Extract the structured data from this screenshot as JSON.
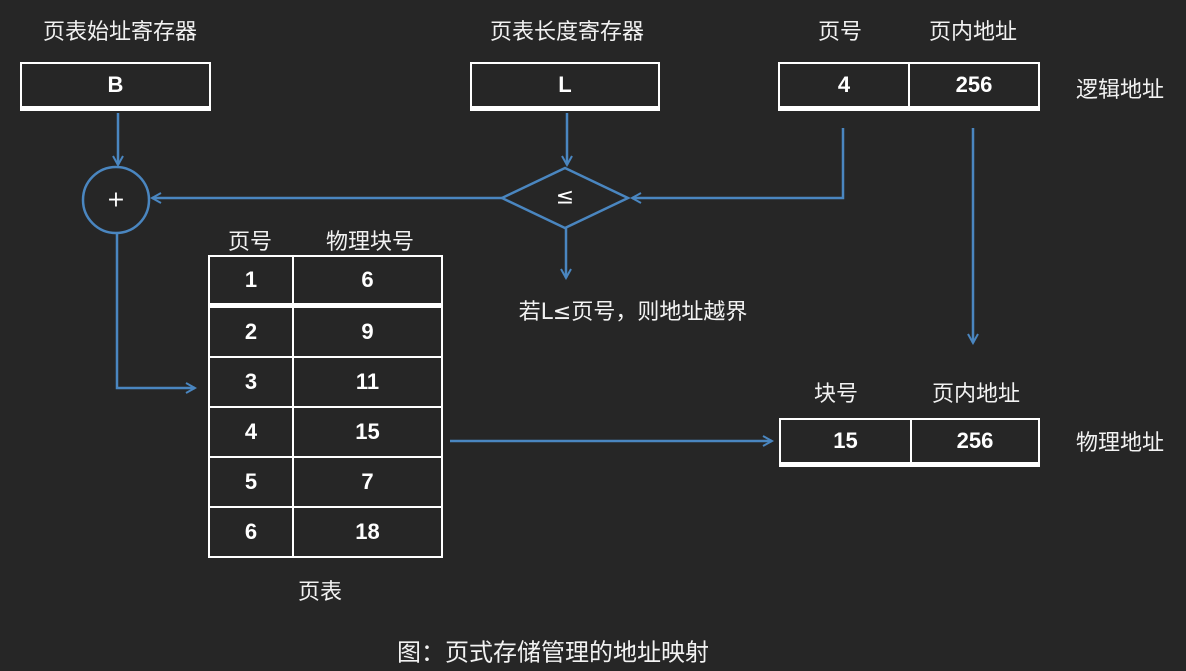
{
  "labels": {
    "base_reg": "页表始址寄存器",
    "len_reg": "页表长度寄存器",
    "page_no": "页号",
    "offset": "页内地址",
    "logical": "逻辑地址",
    "bound_note": "若L≤页号，则地址越界",
    "pt_page_no": "页号",
    "pt_frame_no": "物理块号",
    "frame_no": "块号",
    "phys_offset": "页内地址",
    "physical": "物理地址",
    "page_table": "页表",
    "caption": "图：页式存储管理的地址映射"
  },
  "base_reg_value": "B",
  "len_reg_value": "L",
  "logical_address": {
    "page": "4",
    "offset": "256"
  },
  "physical_address": {
    "frame": "15",
    "offset": "256"
  },
  "adder_symbol": "+",
  "compare_symbol": "≤",
  "page_table": [
    {
      "page": "1",
      "frame": "6"
    },
    {
      "page": "2",
      "frame": "9"
    },
    {
      "page": "3",
      "frame": "11"
    },
    {
      "page": "4",
      "frame": "15"
    },
    {
      "page": "5",
      "frame": "7"
    },
    {
      "page": "6",
      "frame": "18"
    }
  ],
  "colors": {
    "background": "#262626",
    "line": "#4a86c0"
  }
}
